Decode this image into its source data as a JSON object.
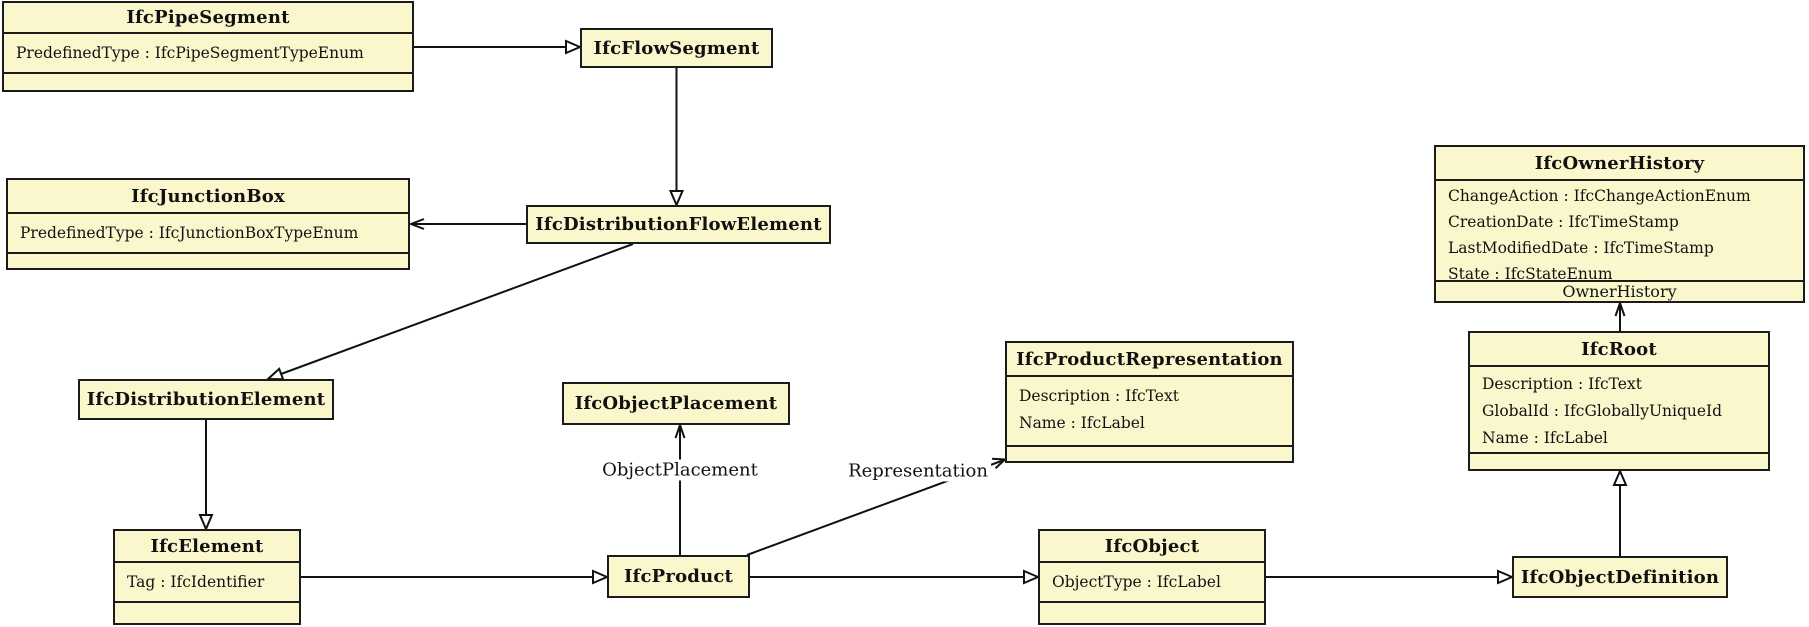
{
  "diagram": {
    "title": "IFC class diagram (IfcProduct inheritance and associations)",
    "background_color": "#FFFFFF",
    "box_fill_color": "#FBF7CD",
    "box_border_color": "#1B1B1B",
    "line_color": "#111111",
    "text_color": "#111111"
  },
  "classes": [
    {
      "name": "IfcPipeSegment",
      "attributes": [
        "PredefinedType : IfcPipeSegmentTypeEnum"
      ]
    },
    {
      "name": "IfcFlowSegment",
      "attributes": []
    },
    {
      "name": "IfcJunctionBox",
      "attributes": [
        "PredefinedType : IfcJunctionBoxTypeEnum"
      ]
    },
    {
      "name": "IfcDistributionFlowElement",
      "attributes": []
    },
    {
      "name": "IfcDistributionElement",
      "attributes": []
    },
    {
      "name": "IfcObjectPlacement",
      "attributes": []
    },
    {
      "name": "IfcProductRepresentation",
      "attributes": [
        "Description : IfcText",
        "Name : IfcLabel"
      ]
    },
    {
      "name": "IfcOwnerHistory",
      "attributes": [
        "ChangeAction : IfcChangeActionEnum",
        "CreationDate : IfcTimeStamp",
        "LastModifiedDate : IfcTimeStamp",
        "State : IfcStateEnum"
      ]
    },
    {
      "name": "IfcRoot",
      "attributes": [
        "Description : IfcText",
        "GlobalId : IfcGloballyUniqueId",
        "Name : IfcLabel"
      ]
    },
    {
      "name": "IfcElement",
      "attributes": [
        "Tag : IfcIdentifier"
      ]
    },
    {
      "name": "IfcProduct",
      "attributes": []
    },
    {
      "name": "IfcObject",
      "attributes": [
        "ObjectType : IfcLabel"
      ]
    },
    {
      "name": "IfcObjectDefinition",
      "attributes": []
    }
  ],
  "edges": [
    {
      "from": "IfcPipeSegment",
      "to": "IfcFlowSegment",
      "type": "generalization",
      "label": ""
    },
    {
      "from": "IfcFlowSegment",
      "to": "IfcDistributionFlowElement",
      "type": "generalization",
      "label": ""
    },
    {
      "from": "IfcDistributionFlowElement",
      "to": "IfcJunctionBox",
      "type": "reference",
      "label": ""
    },
    {
      "from": "IfcDistributionFlowElement",
      "to": "IfcDistributionElement",
      "type": "generalization",
      "label": ""
    },
    {
      "from": "IfcDistributionElement",
      "to": "IfcElement",
      "type": "generalization",
      "label": ""
    },
    {
      "from": "IfcElement",
      "to": "IfcProduct",
      "type": "generalization",
      "label": ""
    },
    {
      "from": "IfcProduct",
      "to": "IfcObjectPlacement",
      "type": "reference",
      "label": "ObjectPlacement"
    },
    {
      "from": "IfcProduct",
      "to": "IfcProductRepresentation",
      "type": "reference",
      "label": "Representation"
    },
    {
      "from": "IfcProduct",
      "to": "IfcObject",
      "type": "generalization",
      "label": ""
    },
    {
      "from": "IfcObject",
      "to": "IfcObjectDefinition",
      "type": "generalization",
      "label": ""
    },
    {
      "from": "IfcObjectDefinition",
      "to": "IfcRoot",
      "type": "generalization",
      "label": ""
    },
    {
      "from": "IfcRoot",
      "to": "IfcOwnerHistory",
      "type": "reference",
      "label": "OwnerHistory"
    }
  ]
}
